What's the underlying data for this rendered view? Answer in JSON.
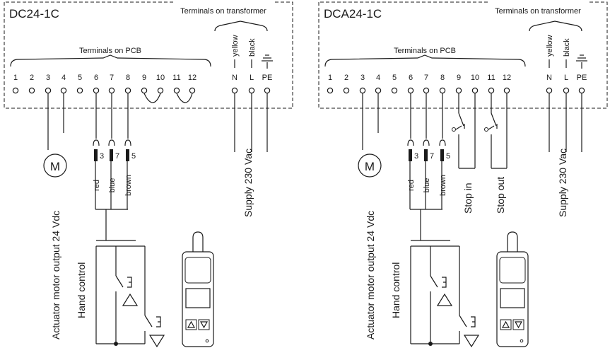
{
  "panels": [
    {
      "id": "left",
      "title": "DC24-1C",
      "transformer_label": "Terminals on transformer",
      "pcb_label": "Terminals on PCB",
      "pcb_terminals": [
        "1",
        "2",
        "3",
        "4",
        "5",
        "6",
        "7",
        "8",
        "9",
        "10",
        "11",
        "12"
      ],
      "transformer_terminals": [
        "N",
        "L",
        "PE"
      ],
      "transformer_wires": [
        "yellow",
        "black"
      ],
      "motor_symbol": "M",
      "connector_numbers": [
        "3",
        "7",
        "5"
      ],
      "wire_colors": [
        "red",
        "blue",
        "brown"
      ],
      "stop_labels": [],
      "actuator_label": "Actuator motor output 24 Vdc",
      "hand_label": "Hand control",
      "supply_label": "Supply 230 Vac"
    },
    {
      "id": "right",
      "title": "DCA24-1C",
      "transformer_label": "Terminals on transformer",
      "pcb_label": "Terminals on PCB",
      "pcb_terminals": [
        "1",
        "2",
        "3",
        "4",
        "5",
        "6",
        "7",
        "8",
        "9",
        "10",
        "11",
        "12"
      ],
      "transformer_terminals": [
        "N",
        "L",
        "PE"
      ],
      "transformer_wires": [
        "yellow",
        "black"
      ],
      "motor_symbol": "M",
      "connector_numbers": [
        "3",
        "7",
        "5"
      ],
      "wire_colors": [
        "red",
        "blue",
        "brown"
      ],
      "stop_labels": [
        "Stop in",
        "Stop out"
      ],
      "actuator_label": "Actuator motor output 24 Vdc",
      "hand_label": "Hand control",
      "supply_label": "Supply 230 Vac"
    }
  ]
}
